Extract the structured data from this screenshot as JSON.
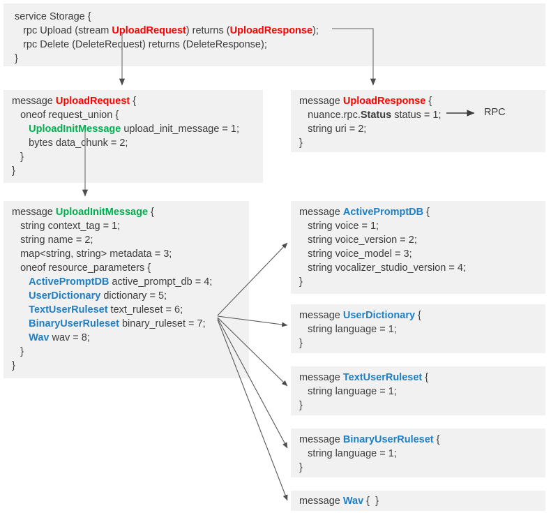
{
  "diagram": {
    "title": "Storage service protobuf message structure",
    "colors": {
      "box_background": "#f1f1f1",
      "page_background": "#ffffff",
      "text": "#3c3c3c",
      "accent_red": "#ff0000",
      "accent_green": "#00b050",
      "accent_blue": "#1f7fc4",
      "arrow": "#595959"
    },
    "side_label": "RPC",
    "boxes": [
      {
        "id": "service-storage",
        "lines": [
          [
            {
              "t": "service Storage {",
              "c": "plain"
            }
          ],
          [
            {
              "t": "   rpc Upload (stream ",
              "c": "plain"
            },
            {
              "t": "UploadRequest",
              "c": "kw-red"
            },
            {
              "t": ") returns (",
              "c": "plain"
            },
            {
              "t": "UploadResponse",
              "c": "kw-red"
            },
            {
              "t": ");",
              "c": "plain"
            }
          ],
          [
            {
              "t": "   rpc Delete (DeleteRequest) returns (DeleteResponse);",
              "c": "plain"
            }
          ],
          [
            {
              "t": "}",
              "c": "plain"
            }
          ]
        ]
      },
      {
        "id": "upload-request",
        "lines": [
          [
            {
              "t": "message ",
              "c": "plain"
            },
            {
              "t": "UploadRequest",
              "c": "kw-red"
            },
            {
              "t": " {",
              "c": "plain"
            }
          ],
          [
            {
              "t": "   oneof request_union {",
              "c": "plain"
            }
          ],
          [
            {
              "t": "      ",
              "c": "plain"
            },
            {
              "t": "UploadInitMessage",
              "c": "kw-green"
            },
            {
              "t": " upload_init_message = 1;",
              "c": "plain"
            }
          ],
          [
            {
              "t": "      bytes data_chunk = 2;",
              "c": "plain"
            }
          ],
          [
            {
              "t": "   }",
              "c": "plain"
            }
          ],
          [
            {
              "t": "}",
              "c": "plain"
            }
          ]
        ]
      },
      {
        "id": "upload-response",
        "lines": [
          [
            {
              "t": "message ",
              "c": "plain"
            },
            {
              "t": "UploadResponse",
              "c": "kw-red"
            },
            {
              "t": " {",
              "c": "plain"
            }
          ],
          [
            {
              "t": "   nuance.rpc.",
              "c": "plain"
            },
            {
              "t": "Status",
              "c": "kw-dark"
            },
            {
              "t": " status = 1;",
              "c": "plain"
            }
          ],
          [
            {
              "t": "   string uri = 2;",
              "c": "plain"
            }
          ],
          [
            {
              "t": "}",
              "c": "plain"
            }
          ]
        ]
      },
      {
        "id": "upload-init-message",
        "lines": [
          [
            {
              "t": "message ",
              "c": "plain"
            },
            {
              "t": "UploadInitMessage",
              "c": "kw-green"
            },
            {
              "t": " {",
              "c": "plain"
            }
          ],
          [
            {
              "t": "   string context_tag = 1;",
              "c": "plain"
            }
          ],
          [
            {
              "t": "   string name = 2;",
              "c": "plain"
            }
          ],
          [
            {
              "t": "   map<string, string> metadata = 3;",
              "c": "plain"
            }
          ],
          [
            {
              "t": "   oneof resource_parameters {",
              "c": "plain"
            }
          ],
          [
            {
              "t": "      ",
              "c": "plain"
            },
            {
              "t": "ActivePromptDB",
              "c": "kw-blue"
            },
            {
              "t": " active_prompt_db = 4;",
              "c": "plain"
            }
          ],
          [
            {
              "t": "      ",
              "c": "plain"
            },
            {
              "t": "UserDictionary",
              "c": "kw-blue"
            },
            {
              "t": " dictionary = 5;",
              "c": "plain"
            }
          ],
          [
            {
              "t": "      ",
              "c": "plain"
            },
            {
              "t": "TextUserRuleset",
              "c": "kw-blue"
            },
            {
              "t": " text_ruleset = 6;",
              "c": "plain"
            }
          ],
          [
            {
              "t": "      ",
              "c": "plain"
            },
            {
              "t": "BinaryUserRuleset",
              "c": "kw-blue"
            },
            {
              "t": " binary_ruleset = 7;",
              "c": "plain"
            }
          ],
          [
            {
              "t": "      ",
              "c": "plain"
            },
            {
              "t": "Wav",
              "c": "kw-blue"
            },
            {
              "t": " wav = 8;",
              "c": "plain"
            }
          ],
          [
            {
              "t": "   }",
              "c": "plain"
            }
          ],
          [
            {
              "t": "}",
              "c": "plain"
            }
          ]
        ]
      },
      {
        "id": "active-prompt-db",
        "lines": [
          [
            {
              "t": "message ",
              "c": "plain"
            },
            {
              "t": "ActivePromptDB",
              "c": "kw-blue"
            },
            {
              "t": " {",
              "c": "plain"
            }
          ],
          [
            {
              "t": "   string voice = 1;",
              "c": "plain"
            }
          ],
          [
            {
              "t": "   string voice_version = 2;",
              "c": "plain"
            }
          ],
          [
            {
              "t": "   string voice_model = 3;",
              "c": "plain"
            }
          ],
          [
            {
              "t": "   string vocalizer_studio_version = 4;",
              "c": "plain"
            }
          ],
          [
            {
              "t": "}",
              "c": "plain"
            }
          ]
        ]
      },
      {
        "id": "user-dictionary",
        "lines": [
          [
            {
              "t": "message ",
              "c": "plain"
            },
            {
              "t": "UserDictionary",
              "c": "kw-blue"
            },
            {
              "t": " {",
              "c": "plain"
            }
          ],
          [
            {
              "t": "   string language = 1;",
              "c": "plain"
            }
          ],
          [
            {
              "t": "}",
              "c": "plain"
            }
          ]
        ]
      },
      {
        "id": "text-user-ruleset",
        "lines": [
          [
            {
              "t": "message ",
              "c": "plain"
            },
            {
              "t": "TextUserRuleset",
              "c": "kw-blue"
            },
            {
              "t": " {",
              "c": "plain"
            }
          ],
          [
            {
              "t": "   string language = 1;",
              "c": "plain"
            }
          ],
          [
            {
              "t": "}",
              "c": "plain"
            }
          ]
        ]
      },
      {
        "id": "binary-user-ruleset",
        "lines": [
          [
            {
              "t": "message ",
              "c": "plain"
            },
            {
              "t": "BinaryUserRuleset",
              "c": "kw-blue"
            },
            {
              "t": " {",
              "c": "plain"
            }
          ],
          [
            {
              "t": "   string language = 1;",
              "c": "plain"
            }
          ],
          [
            {
              "t": "}",
              "c": "plain"
            }
          ]
        ]
      },
      {
        "id": "wav",
        "lines": [
          [
            {
              "t": "message ",
              "c": "plain"
            },
            {
              "t": "Wav",
              "c": "kw-blue"
            },
            {
              "t": " {  }",
              "c": "plain"
            }
          ]
        ]
      }
    ]
  }
}
